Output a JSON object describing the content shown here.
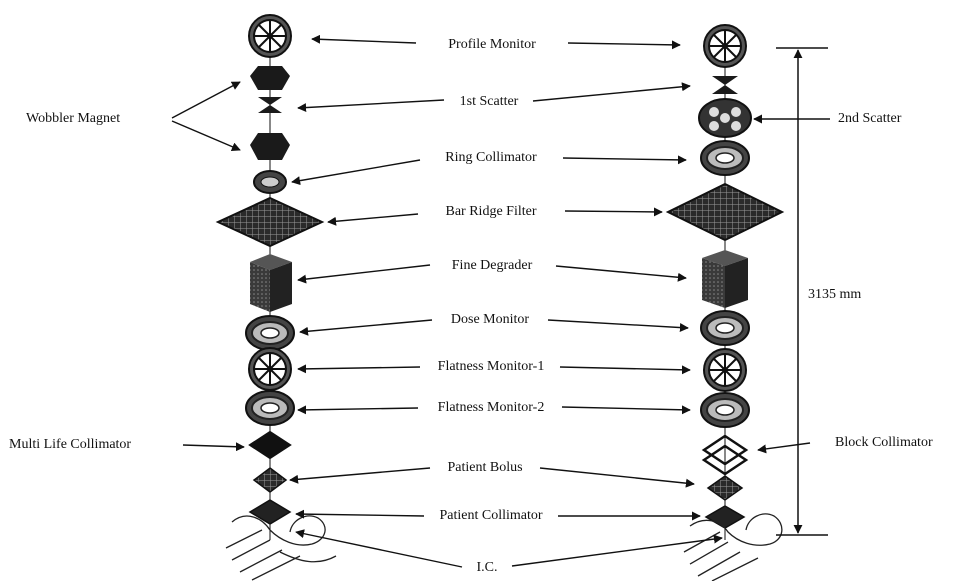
{
  "labels": {
    "profile_monitor": "Profile Monitor",
    "first_scatter": "1st Scatter",
    "second_scatter": "2nd Scatter",
    "wobbler_magnet": "Wobbler Magnet",
    "ring_collimator": "Ring Collimator",
    "bar_ridge_filter": "Bar Ridge Filter",
    "fine_degrader": "Fine Degrader",
    "dose_monitor": "Dose Monitor",
    "flatness_monitor_1": "Flatness Monitor-1",
    "flatness_monitor_2": "Flatness Monitor-2",
    "multi_life_collimator": "Multi Life Collimator",
    "block_collimator": "Block Collimator",
    "patient_bolus": "Patient Bolus",
    "patient_collimator": "Patient Collimator",
    "ic": "I.C.",
    "length": "3135 mm"
  },
  "colors": {
    "ink": "#111111",
    "hatch": "#555555",
    "paper": "#ffffff"
  }
}
